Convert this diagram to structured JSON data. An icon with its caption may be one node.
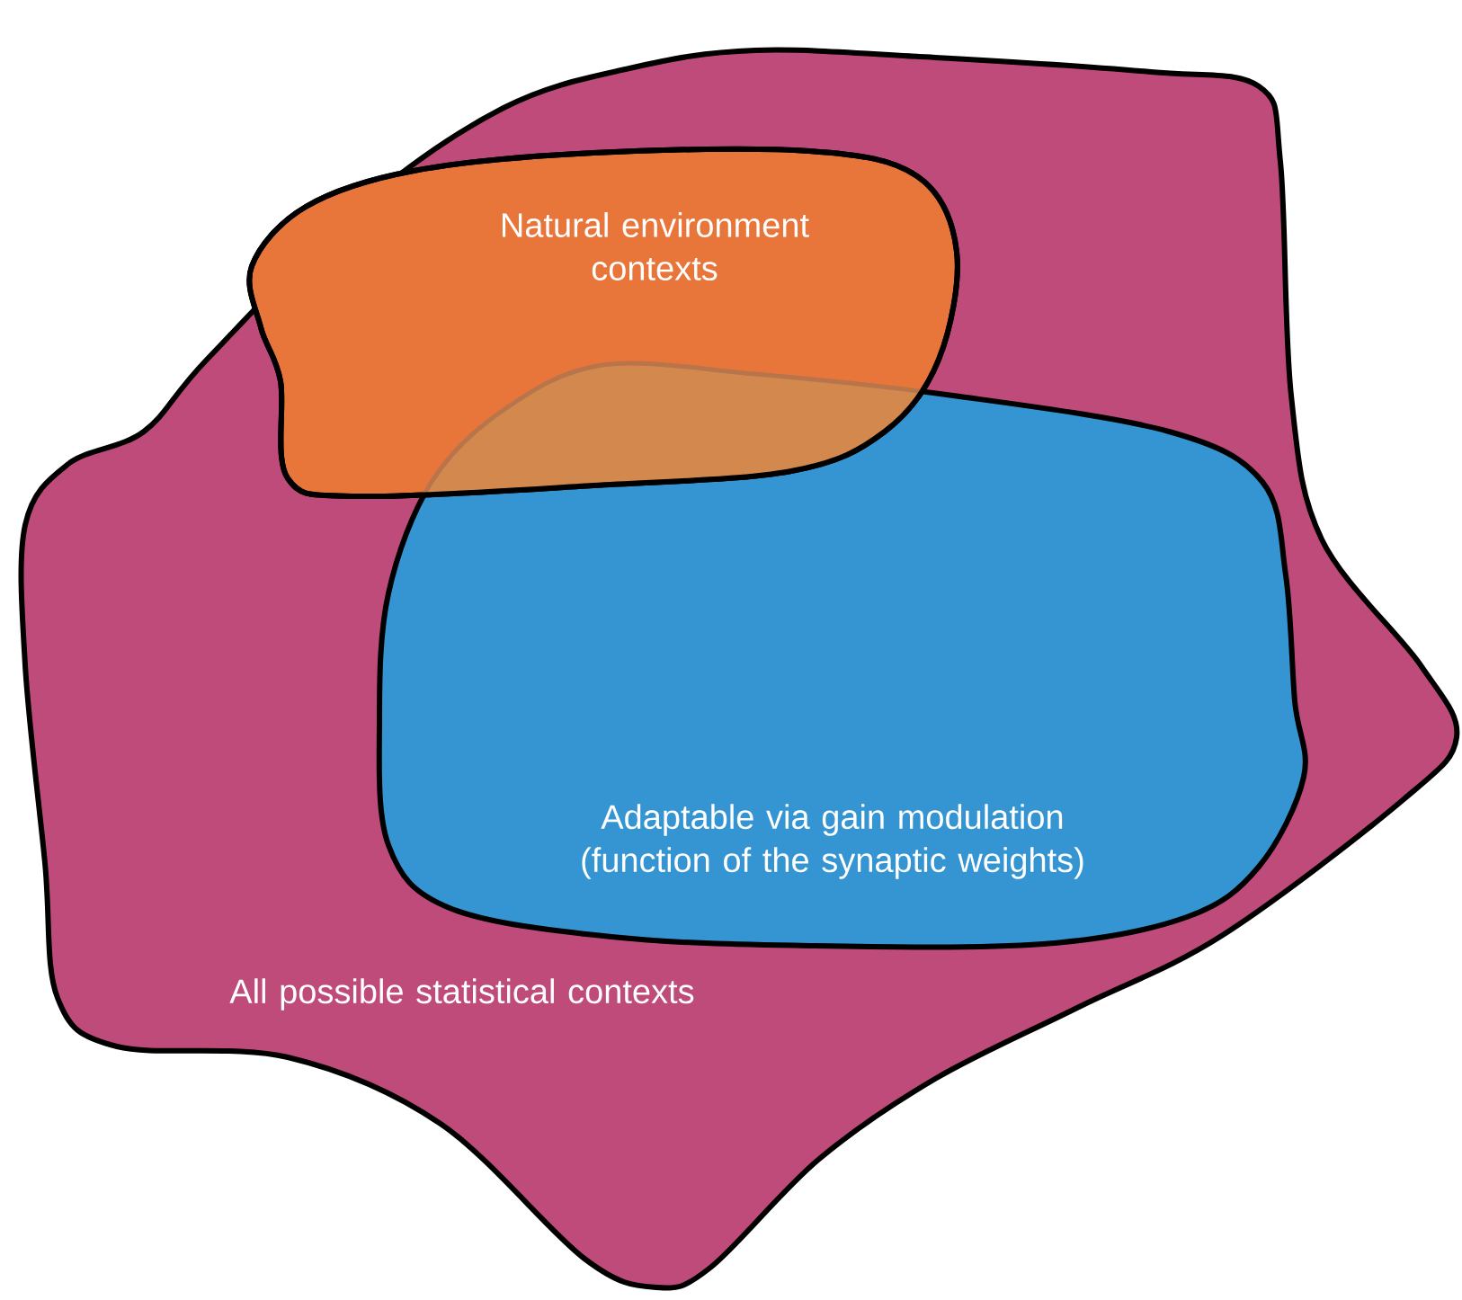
{
  "diagram": {
    "nodes": [
      {
        "text": [
          "All possible statistical contexts"
        ]
      },
      {
        "text": [
          "Natural environment contexts"
        ],
        "in": 0
      },
      {
        "text": [
          "Adaptable via gain modulation (function of the synaptic weights)"
        ],
        "in": 0
      }
    ]
  }
}
